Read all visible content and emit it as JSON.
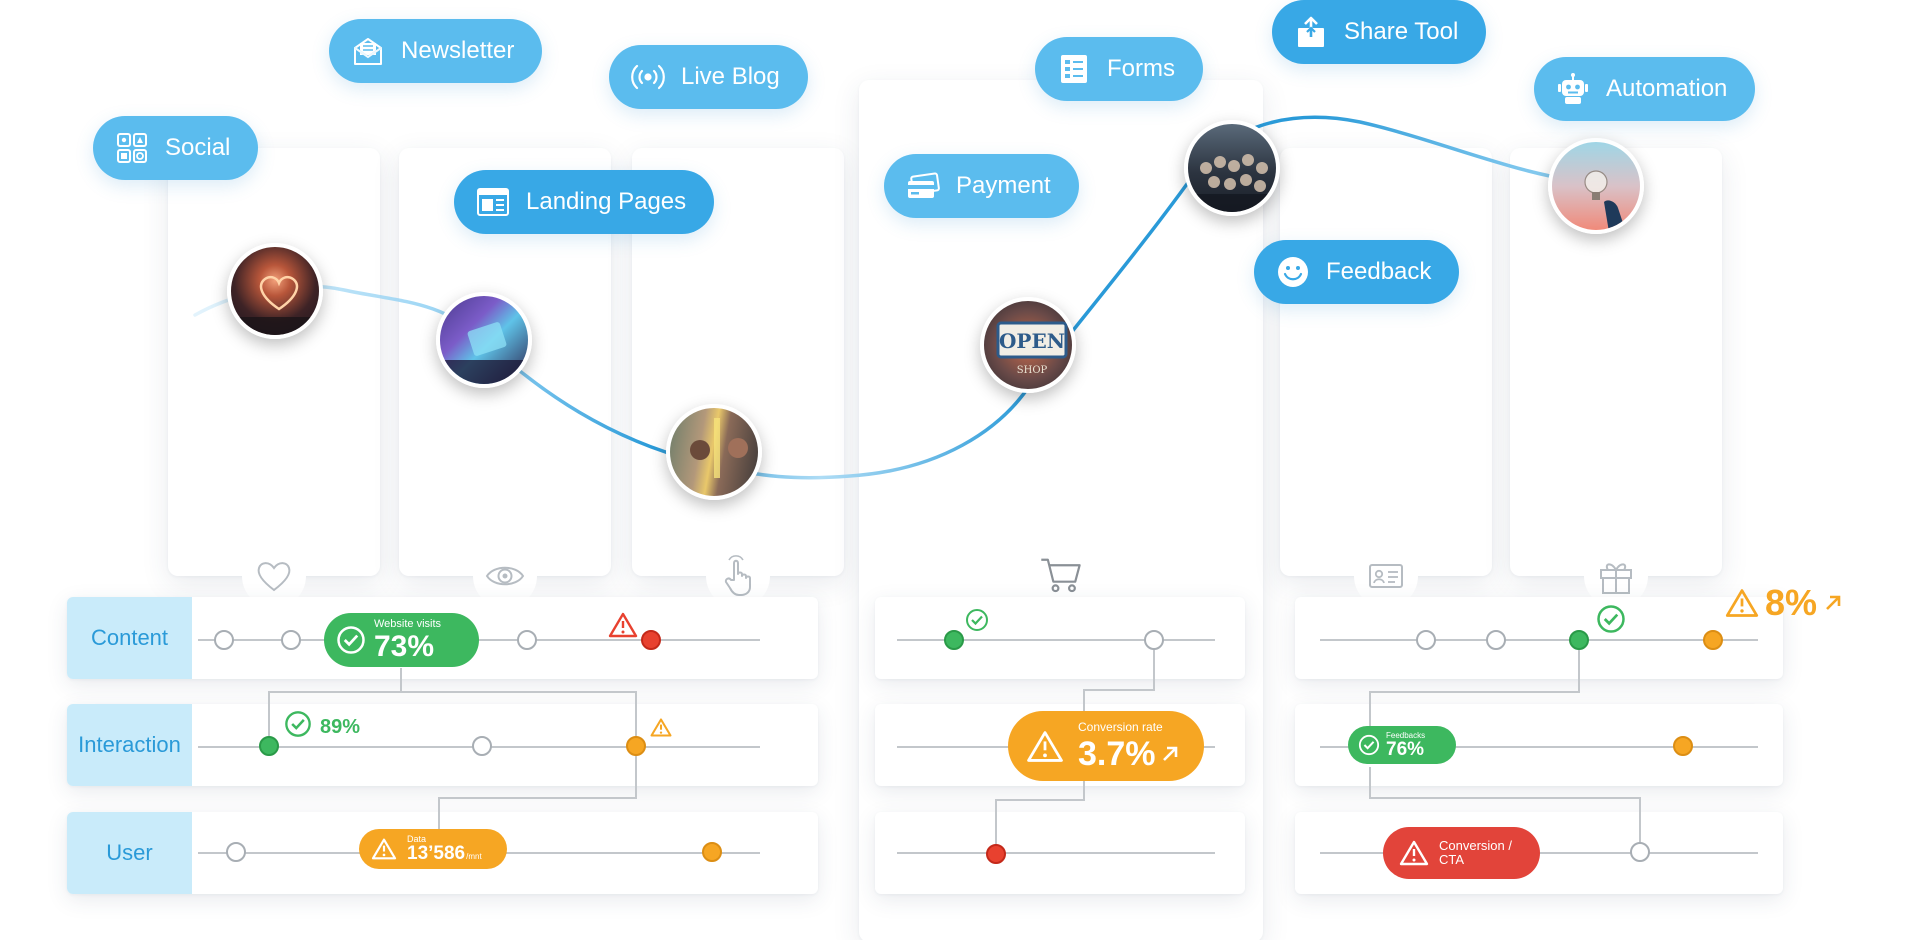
{
  "colors": {
    "pill": "#5bbcee",
    "pill_dark": "#38a8e6",
    "row_label_bg": "#c9ebfa",
    "row_label_text": "#2a9ad8",
    "green": "#3db85f",
    "orange": "#f6a623",
    "red": "#e8412f",
    "curve": "#2a9ad8"
  },
  "pills": [
    {
      "id": "social",
      "label": "Social",
      "icon": "social-grid-icon"
    },
    {
      "id": "newsletter",
      "label": "Newsletter",
      "icon": "envelope-icon"
    },
    {
      "id": "live-blog",
      "label": "Live Blog",
      "icon": "broadcast-icon"
    },
    {
      "id": "landing-pages",
      "label": "Landing Pages",
      "icon": "webpage-icon"
    },
    {
      "id": "forms",
      "label": "Forms",
      "icon": "form-list-icon"
    },
    {
      "id": "payment",
      "label": "Payment",
      "icon": "credit-card-icon"
    },
    {
      "id": "share-tool",
      "label": "Share Tool",
      "icon": "share-upload-icon"
    },
    {
      "id": "feedback",
      "label": "Feedback",
      "icon": "smiley-icon"
    },
    {
      "id": "automation",
      "label": "Automation",
      "icon": "robot-icon"
    }
  ],
  "column_icons": [
    "heart-icon",
    "eye-icon",
    "pointer-hand-icon",
    "shopping-cart-icon",
    "id-card-icon",
    "gift-icon"
  ],
  "photos": [
    "heart-lights-photo",
    "concert-photo",
    "people-talking-photo",
    "open-shop-sign-photo",
    "crowd-photo",
    "lightbulb-photo"
  ],
  "rows": {
    "content": "Content",
    "interaction": "Interaction",
    "user": "User"
  },
  "metrics": {
    "website_visits": {
      "label": "Website visits",
      "value": "73%",
      "status": "good"
    },
    "interaction": {
      "value": "89%",
      "status": "good"
    },
    "data": {
      "label": "Data",
      "value": "13’586",
      "unit": "/mnt",
      "status": "warning"
    },
    "conversion_rate": {
      "label": "Conversion rate",
      "value": "3.7%",
      "status": "warning",
      "trend": "up"
    },
    "content_right": {
      "value": "8%",
      "status": "warning",
      "trend": "up"
    },
    "feedbacks": {
      "label": "Feedbacks",
      "value": "76%",
      "status": "good"
    },
    "conversion_cta": {
      "label_line1": "Conversion /",
      "label_line2": "CTA",
      "status": "error"
    }
  }
}
